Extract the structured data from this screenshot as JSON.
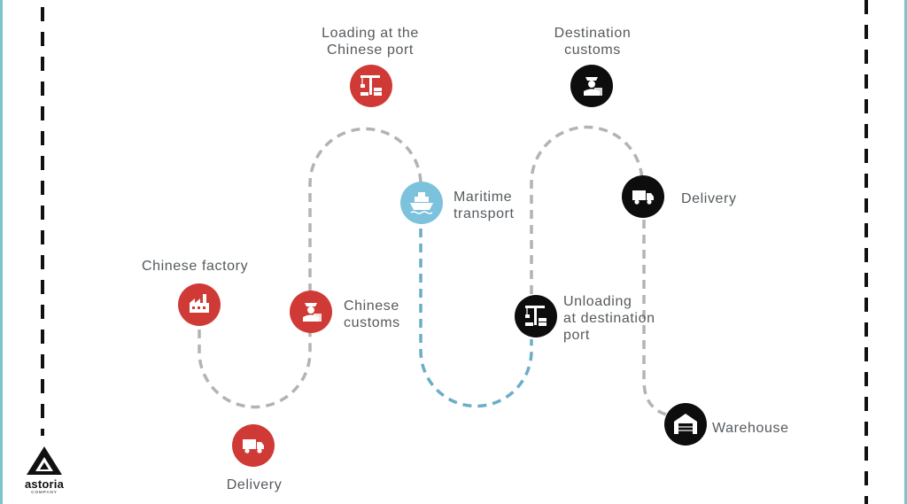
{
  "colors": {
    "red": "#d03a36",
    "blue": "#7cc2dc",
    "black": "#0d0d0d",
    "path_gray": "#b3b3b3",
    "path_blue": "#6aaec6",
    "text": "#555a5e"
  },
  "steps": [
    {
      "id": "chinese-factory",
      "lines": [
        "Chinese factory"
      ],
      "icon": "factory-icon",
      "color": "red"
    },
    {
      "id": "delivery-1",
      "lines": [
        "Delivery"
      ],
      "icon": "truck-icon",
      "color": "red"
    },
    {
      "id": "chinese-customs",
      "lines": [
        "Chinese",
        "customs"
      ],
      "icon": "customs-officer-icon",
      "color": "red"
    },
    {
      "id": "loading-chinese-port",
      "lines": [
        "Loading at the",
        "Chinese port"
      ],
      "icon": "port-crane-icon",
      "color": "red"
    },
    {
      "id": "maritime-transport",
      "lines": [
        "Maritime",
        "transport"
      ],
      "icon": "ship-icon",
      "color": "blue"
    },
    {
      "id": "unloading-destination-port",
      "lines": [
        "Unloading",
        "at destination",
        "port"
      ],
      "icon": "port-crane-icon",
      "color": "black"
    },
    {
      "id": "destination-customs",
      "lines": [
        "Destination",
        "customs"
      ],
      "icon": "customs-officer-icon",
      "color": "black"
    },
    {
      "id": "delivery-2",
      "lines": [
        "Delivery"
      ],
      "icon": "truck-icon",
      "color": "black"
    },
    {
      "id": "warehouse",
      "lines": [
        "Warehouse"
      ],
      "icon": "warehouse-icon",
      "color": "black"
    }
  ],
  "logo": {
    "name": "astoria",
    "subtitle": "COMPANY"
  }
}
